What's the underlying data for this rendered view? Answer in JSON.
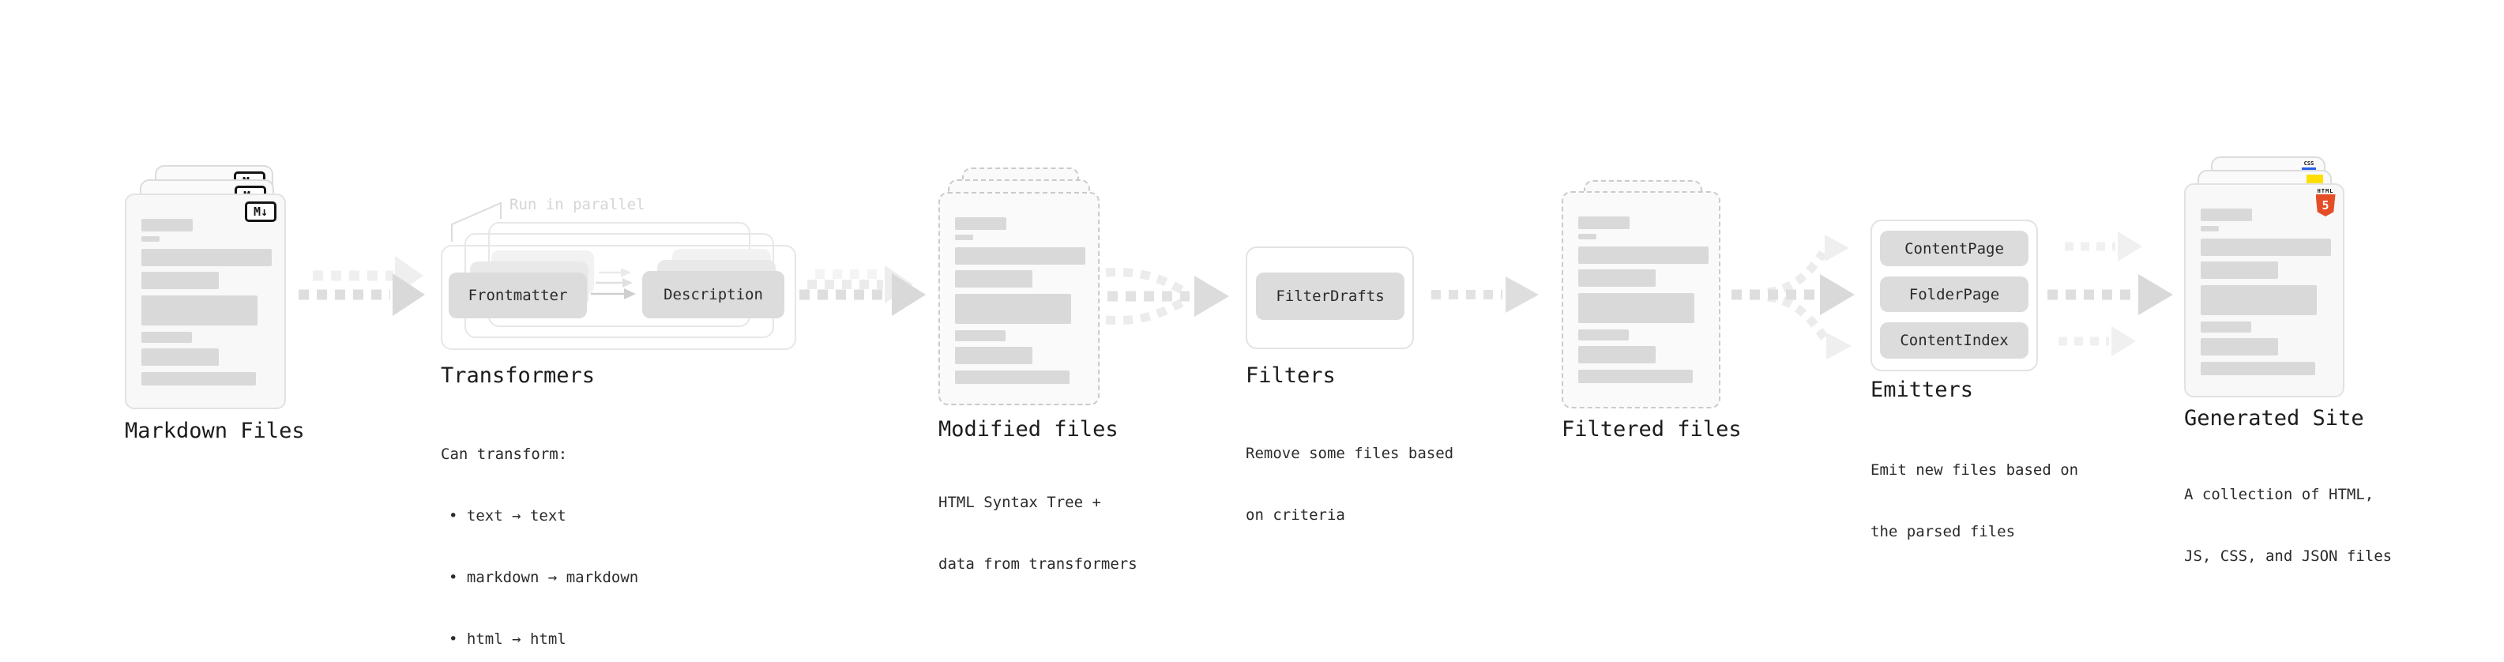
{
  "diagram": {
    "markdown": {
      "label": "Markdown Files",
      "badge": "M↓"
    },
    "transformers": {
      "annotation": "Run in parallel",
      "pill_left": "Frontmatter",
      "pill_right": "Description",
      "label": "Transformers",
      "desc_title": "Can transform:",
      "bullet_1": "• text → text",
      "bullet_2": "• markdown → markdown",
      "bullet_3": "• html → html"
    },
    "modified": {
      "label": "Modified files",
      "desc_1": "HTML Syntax Tree +",
      "desc_2": "data from transformers"
    },
    "filters": {
      "pill": "FilterDrafts",
      "label": "Filters",
      "desc_1": "Remove some files based",
      "desc_2": "on criteria"
    },
    "filtered": {
      "label": "Filtered files"
    },
    "emitters": {
      "pill_1": "ContentPage",
      "pill_2": "FolderPage",
      "pill_3": "ContentIndex",
      "label": "Emitters",
      "desc_1": "Emit new files based on",
      "desc_2": "the parsed files"
    },
    "generated": {
      "label": "Generated Site",
      "desc_1": "A collection of HTML,",
      "desc_2": "JS, CSS, and JSON files",
      "css_badge": "CSS",
      "html_badge_title": "HTML",
      "html_badge_number": "5"
    }
  },
  "icon_colors": {
    "html5_orange": "#e44d26",
    "js_yellow": "#ffdf00",
    "css_blue": "#2760e8"
  }
}
